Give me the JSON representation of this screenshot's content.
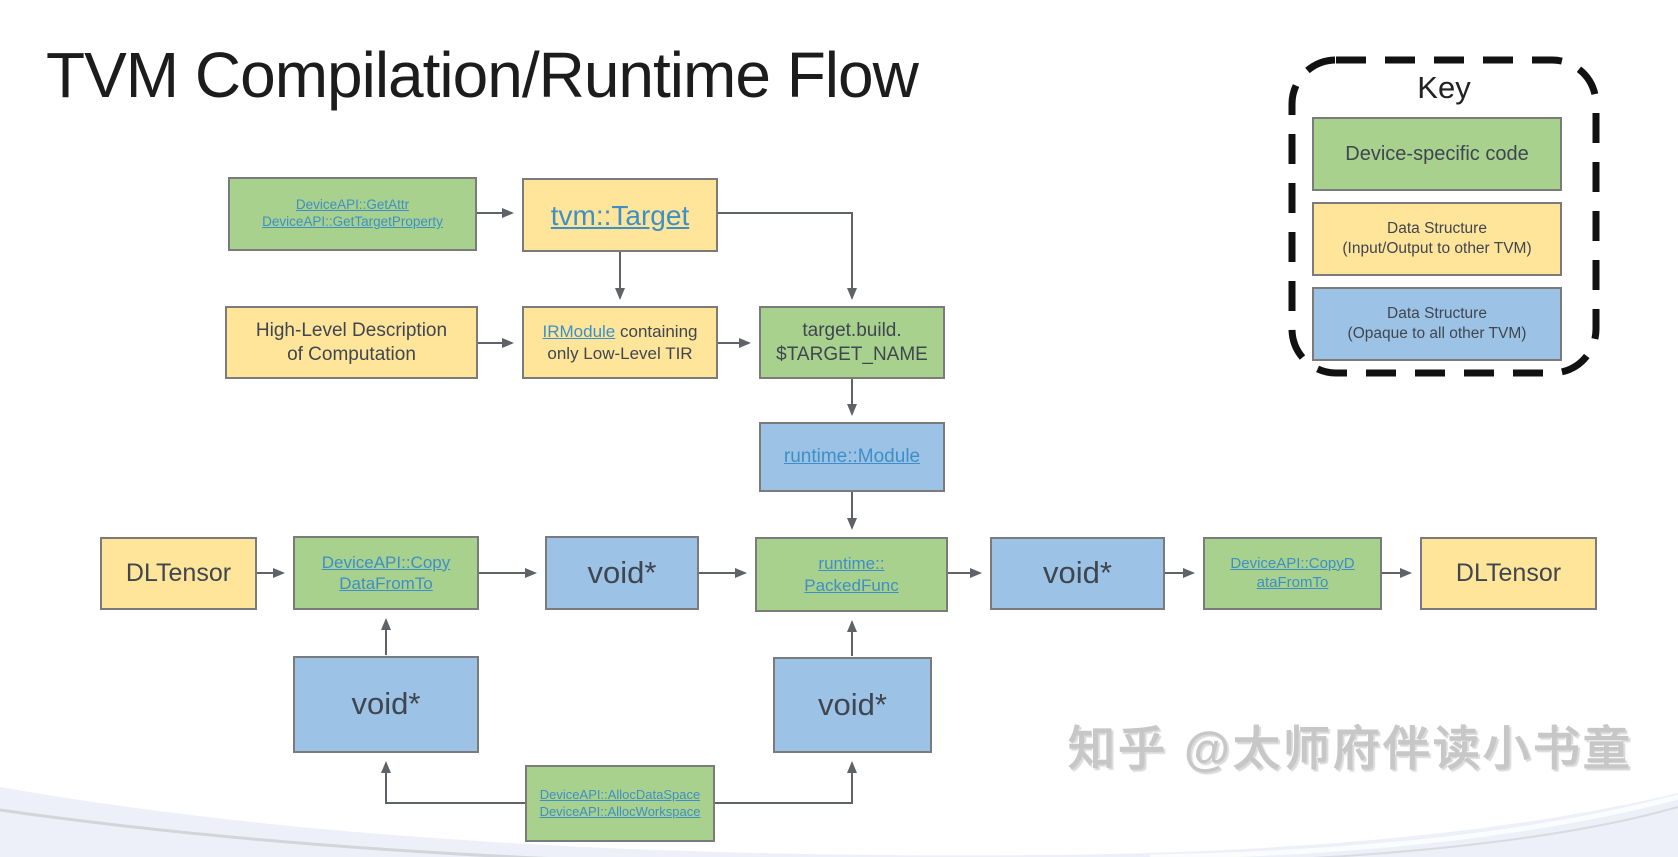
{
  "title": "TVM Compilation/Runtime Flow",
  "colors": {
    "green_box": "#a9d18e",
    "yellow_box": "#ffe59a",
    "blue_box": "#9cc3e6",
    "box_border": "#7b7b7b",
    "arrow": "#5f6368",
    "link": "#3e8fc7",
    "text": "#3f4650"
  },
  "nodes": {
    "getattr": {
      "line1": "DeviceAPI::GetAttr",
      "line2": "DeviceAPI::GetTargetProperty"
    },
    "tvm_target": {
      "label": "tvm::Target"
    },
    "high_level": {
      "line1": "High-Level Description",
      "line2": "of Computation"
    },
    "irmodule": {
      "link": "IRModule",
      "after_link": " containing",
      "line2": "only Low-Level TIR"
    },
    "target_build": {
      "line1": "target.build.",
      "line2": "$TARGET_NAME"
    },
    "runtime_module": {
      "label": "runtime::Module"
    },
    "dltensor_left": {
      "label": "DLTensor"
    },
    "copy_left": {
      "line1": "DeviceAPI::Copy",
      "line2": "DataFromTo"
    },
    "void_mid_left": {
      "label": "void*"
    },
    "packed_func": {
      "line1": "runtime::",
      "line2": "PackedFunc"
    },
    "void_mid_right": {
      "label": "void*"
    },
    "copy_right": {
      "line1": "DeviceAPI::CopyD",
      "line2": "ataFromTo"
    },
    "dltensor_right": {
      "label": "DLTensor"
    },
    "void_bottom_left": {
      "label": "void*"
    },
    "void_bottom_right": {
      "label": "void*"
    },
    "alloc": {
      "line1": "DeviceAPI::AllocDataSpace",
      "line2": "DeviceAPI::AllocWorkspace"
    }
  },
  "key": {
    "title": "Key",
    "green_label": "Device-specific code",
    "yellow_line1": "Data Structure",
    "yellow_line2": "(Input/Output to other TVM)",
    "blue_line1": "Data Structure",
    "blue_line2": "(Opaque to all other TVM)"
  },
  "watermark": "知乎 @太师府伴读小书童"
}
